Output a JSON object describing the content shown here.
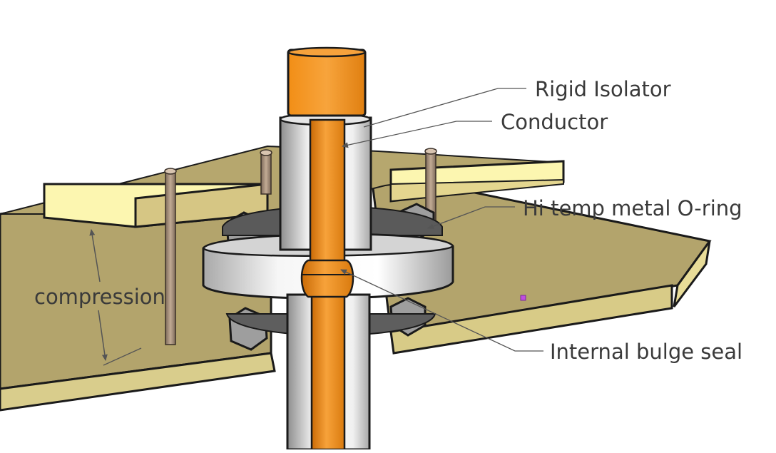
{
  "labels": {
    "rigid_isolator": "Rigid Isolator",
    "conductor": "Conductor",
    "metal_oring": "Hi temp metal O-ring",
    "bulge_seal": "Internal bulge seal",
    "compression": "compression"
  },
  "colors": {
    "plate": "#b3a46c",
    "plate_edge": "#efe39e",
    "insulator_block": "#fcf6b0",
    "conductor": "#f39a22",
    "isolator": "#f4f4f4",
    "bolt": "#9e9e9e",
    "flange": "#c8c8c8",
    "outline": "#1a1a1a",
    "leader": "#555555"
  }
}
